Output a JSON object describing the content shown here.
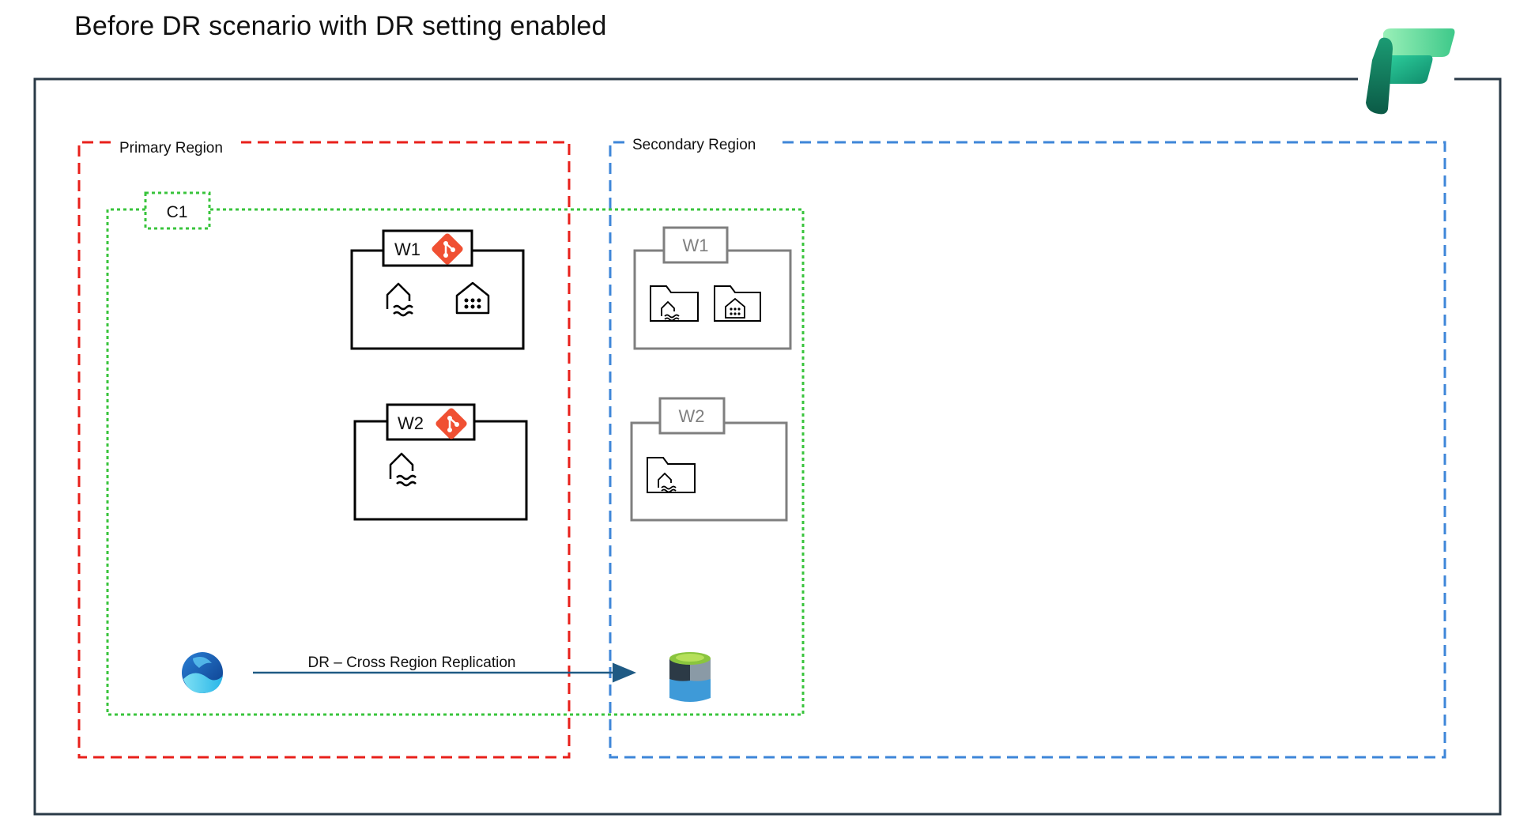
{
  "title": "Before DR scenario with DR setting enabled",
  "regions": {
    "primary": {
      "label": "Primary Region",
      "color": "#e8201b"
    },
    "secondary": {
      "label": "Secondary Region",
      "color": "#3e86d8"
    }
  },
  "capacity": {
    "label": "C1",
    "color": "#39c43c"
  },
  "primary_workspaces": [
    {
      "label": "W1",
      "items": [
        "lakehouse-icon",
        "warehouse-icon"
      ],
      "git_icon": "git-icon"
    },
    {
      "label": "W2",
      "items": [
        "lakehouse-icon"
      ],
      "git_icon": "git-icon"
    }
  ],
  "secondary_workspaces": [
    {
      "label": "W1",
      "items": [
        "lakehouse-folder-icon",
        "warehouse-folder-icon"
      ]
    },
    {
      "label": "W2",
      "items": [
        "lakehouse-folder-icon"
      ]
    }
  ],
  "replication": {
    "label": "DR – Cross Region Replication",
    "color": "#1f5a84"
  },
  "colors": {
    "frame": "#2a3a47",
    "git": "#f05033",
    "muted_box": "#7f7f7f"
  }
}
